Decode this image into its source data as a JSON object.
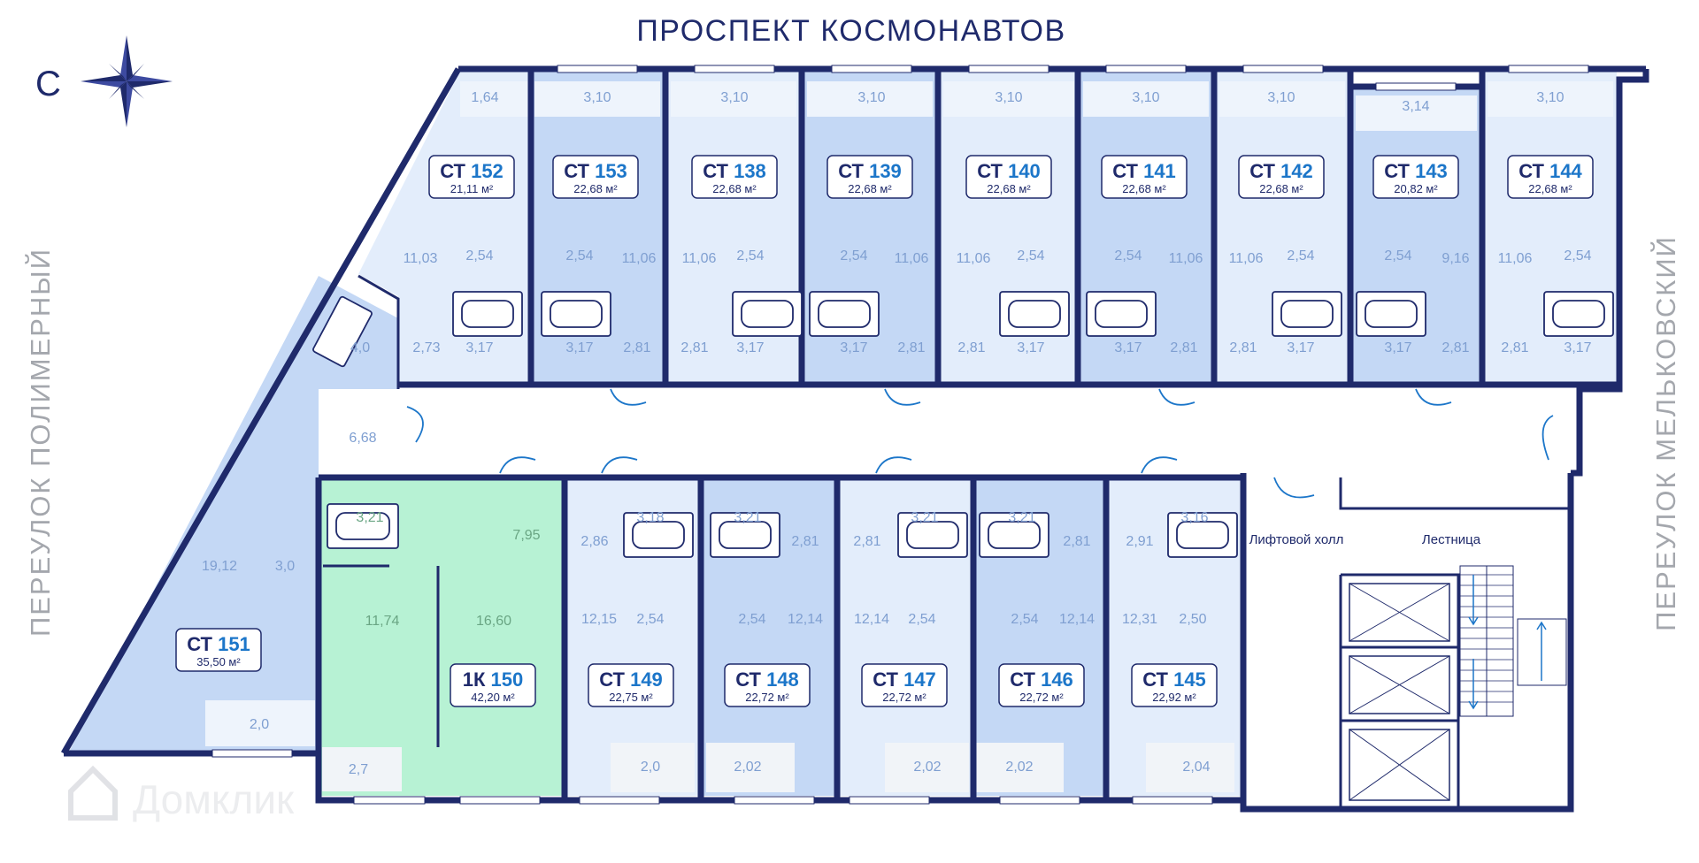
{
  "streets": {
    "top": "ПРОСПЕКТ КОСМОНАВТОВ",
    "left": "ПЕРЕУЛОК ПОЛИМЕРНЫЙ",
    "right": "ПЕРЕУЛОК МЕЛЬКОВСКИЙ"
  },
  "compass": {
    "letter": "С"
  },
  "watermark": "Домклик",
  "rooms": {
    "elevator_hall": "Лифтовой холл",
    "stairs": "Лестница"
  },
  "colors": {
    "wall": "#1f2a6b",
    "unit_light": "#e3edfb",
    "unit_mid": "#c4d8f5",
    "unit_green": "#b7f2d4",
    "accent_blue": "#1c76c9"
  },
  "units": [
    {
      "code": "СТ",
      "num": "152",
      "area": "21,11 м²",
      "fill": "light"
    },
    {
      "code": "СТ",
      "num": "153",
      "area": "22,68 м²",
      "fill": "mid"
    },
    {
      "code": "СТ",
      "num": "138",
      "area": "22,68 м²",
      "fill": "light"
    },
    {
      "code": "СТ",
      "num": "139",
      "area": "22,68 м²",
      "fill": "mid"
    },
    {
      "code": "СТ",
      "num": "140",
      "area": "22,68 м²",
      "fill": "light"
    },
    {
      "code": "СТ",
      "num": "141",
      "area": "22,68 м²",
      "fill": "mid"
    },
    {
      "code": "СТ",
      "num": "142",
      "area": "22,68 м²",
      "fill": "light"
    },
    {
      "code": "СТ",
      "num": "143",
      "area": "20,82 м²",
      "fill": "mid"
    },
    {
      "code": "СТ",
      "num": "144",
      "area": "22,68 м²",
      "fill": "light"
    },
    {
      "code": "СТ",
      "num": "151",
      "area": "35,50 м²",
      "fill": "mid"
    },
    {
      "code": "1К",
      "num": "150",
      "area": "42,20 м²",
      "fill": "green"
    },
    {
      "code": "СТ",
      "num": "149",
      "area": "22,75 м²",
      "fill": "light"
    },
    {
      "code": "СТ",
      "num": "148",
      "area": "22,72 м²",
      "fill": "mid"
    },
    {
      "code": "СТ",
      "num": "147",
      "area": "22,72 м²",
      "fill": "light"
    },
    {
      "code": "СТ",
      "num": "146",
      "area": "22,72 м²",
      "fill": "mid"
    },
    {
      "code": "СТ",
      "num": "145",
      "area": "22,92 м²",
      "fill": "light"
    }
  ],
  "areas": {
    "u152": {
      "balcony": "1,64",
      "living": "11,03",
      "kitchen": "2,54",
      "bath": "3,17",
      "hall": "2,73"
    },
    "u153": {
      "balcony": "3,10",
      "living": "11,06",
      "kitchen": "2,54",
      "bath": "3,17",
      "hall": "2,81"
    },
    "u138": {
      "balcony": "3,10",
      "living": "11,06",
      "kitchen": "2,54",
      "bath": "3,17",
      "hall": "2,81"
    },
    "u139": {
      "balcony": "3,10",
      "living": "11,06",
      "kitchen": "2,54",
      "bath": "3,17",
      "hall": "2,81"
    },
    "u140": {
      "balcony": "3,10",
      "living": "11,06",
      "kitchen": "2,54",
      "bath": "3,17",
      "hall": "2,81"
    },
    "u141": {
      "balcony": "3,10",
      "living": "11,06",
      "kitchen": "2,54",
      "bath": "3,17",
      "hall": "2,81"
    },
    "u142": {
      "balcony": "3,10",
      "living": "11,06",
      "kitchen": "2,54",
      "bath": "3,17",
      "hall": "2,81"
    },
    "u143": {
      "balcony": "3,14",
      "living": "9,16",
      "kitchen": "2,54",
      "bath": "3,17",
      "hall": "2,81"
    },
    "u144": {
      "balcony": "3,10",
      "living": "11,06",
      "kitchen": "2,54",
      "bath": "3,17",
      "hall": "2,81"
    },
    "u151": {
      "bath": "4,0",
      "hall": "6,68",
      "living": "19,12",
      "kitchen": "3,0",
      "balcony": "2,0"
    },
    "u150": {
      "bath": "3,21",
      "kitchen": "7,95",
      "room1": "11,74",
      "room2": "16,60",
      "balcony": "2,7"
    },
    "u149": {
      "bath": "3,18",
      "hall": "2,86",
      "living": "12,15",
      "kitchen": "2,54",
      "balcony": "2,0"
    },
    "u148": {
      "bath": "3,21",
      "hall": "2,81",
      "living": "12,14",
      "kitchen": "2,54",
      "balcony": "2,02"
    },
    "u147": {
      "bath": "3,21",
      "hall": "2,81",
      "living": "12,14",
      "kitchen": "2,54",
      "balcony": "2,02"
    },
    "u146": {
      "bath": "3,21",
      "hall": "2,81",
      "living": "12,14",
      "kitchen": "2,54",
      "balcony": "2,02"
    },
    "u145": {
      "bath": "3,16",
      "hall": "2,91",
      "living": "12,31",
      "kitchen": "2,50",
      "balcony": "2,04"
    }
  }
}
